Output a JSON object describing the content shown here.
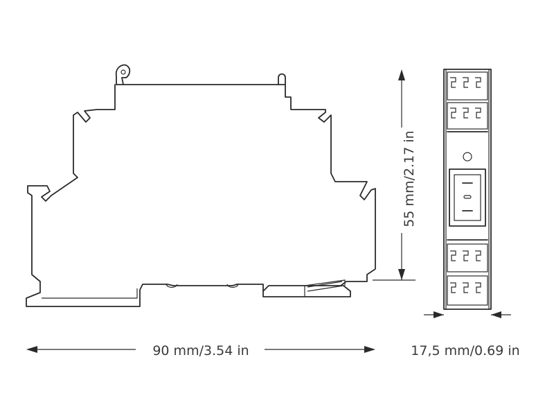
{
  "dimensions": {
    "length_label": "90 mm/3.54 in",
    "height_label": "55 mm/2.17 in",
    "width_label": "17,5 mm/0.69 in"
  },
  "colors": {
    "line": "#2a2a2a",
    "text": "#3a3a3a",
    "background": "#ffffff"
  }
}
